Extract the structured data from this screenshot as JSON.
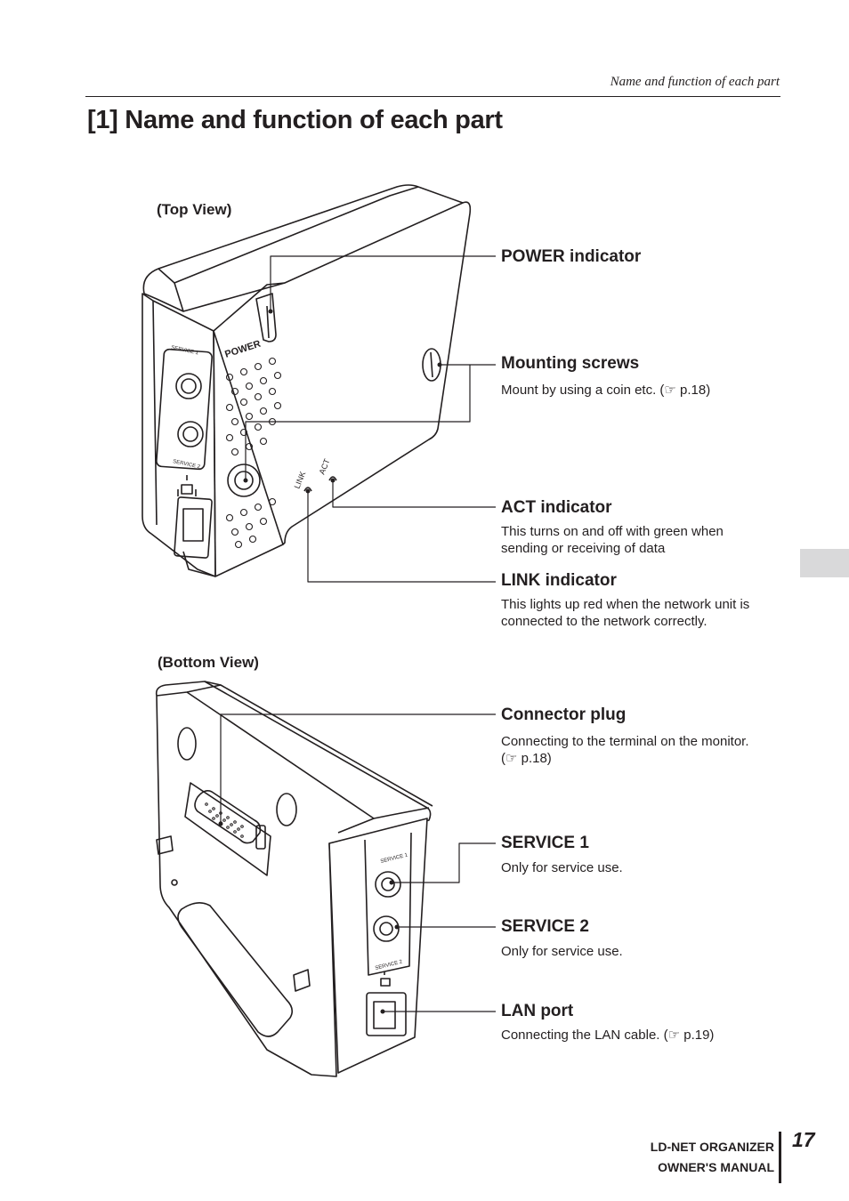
{
  "header": {
    "running_title": "Name and function of each part"
  },
  "page_title": "[1] Name and function of each part",
  "top_view": {
    "label": "(Top View)",
    "device_text": {
      "power": "POWER",
      "service1": "SERVICE 1",
      "service2": "SERVICE 2",
      "link": "LINK",
      "act": "ACT"
    },
    "callouts": [
      {
        "title": "POWER indicator",
        "desc": ""
      },
      {
        "title": "Mounting screws",
        "desc": "Mount by using a coin etc. (☞ p.18)"
      },
      {
        "title": "ACT indicator",
        "desc": "This turns on and off with green when sending or receiving of data"
      },
      {
        "title": "LINK indicator",
        "desc": "This lights up red when the network unit is connected to the network correctly."
      }
    ]
  },
  "bottom_view": {
    "label": "(Bottom View)",
    "device_text": {
      "service1": "SERVICE 1",
      "service2": "SERVICE 2"
    },
    "callouts": [
      {
        "title": "Connector plug",
        "desc": "Connecting to the terminal on the monitor. (☞ p.18)"
      },
      {
        "title": "SERVICE 1",
        "desc": "Only for service use."
      },
      {
        "title": "SERVICE 2",
        "desc": "Only for service use."
      },
      {
        "title": "LAN port",
        "desc": "Connecting the LAN cable. (☞ p.19)"
      }
    ]
  },
  "footer": {
    "line1": "LD-NET ORGANIZER",
    "line2": "OWNER'S MANUAL",
    "page_number": "17"
  }
}
